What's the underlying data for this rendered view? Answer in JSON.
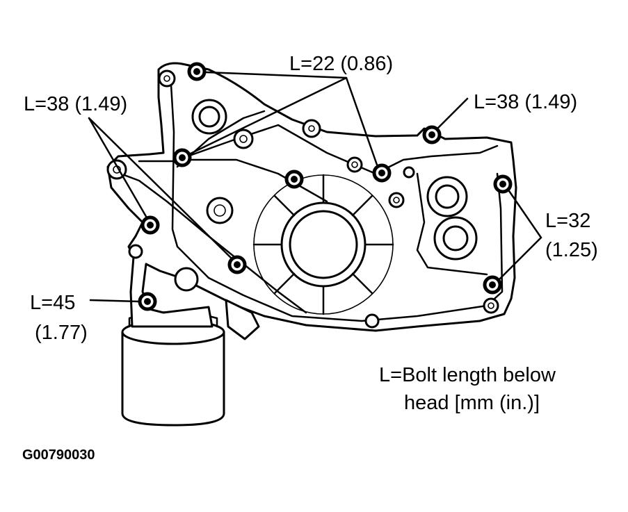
{
  "labels": {
    "l22": "L=22 (0.86)",
    "l38_left": "L=38 (1.49)",
    "l38_right": "L=38 (1.49)",
    "l32_line1": "L=32",
    "l32_line2": "(1.25)",
    "l45_line1": "L=45",
    "l45_line2": "(1.77)",
    "legend_line1": "L=Bolt length below",
    "legend_line2": "head [mm (in.)]",
    "figure_code": "G00790030"
  }
}
